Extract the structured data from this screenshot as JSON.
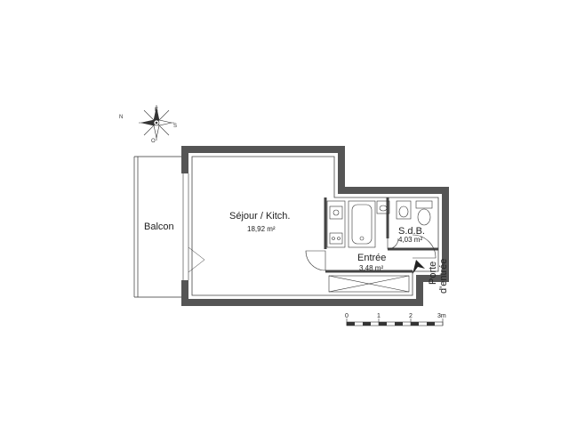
{
  "compass": {
    "north": "N",
    "east": "E",
    "south": "S",
    "west": "O"
  },
  "rooms": {
    "sejour": {
      "name": "Séjour / Kitch.",
      "area": "18,92 m²"
    },
    "balcon": {
      "name": "Balcon"
    },
    "sdb": {
      "name": "S.d.B.",
      "area": "4,03 m²"
    },
    "entree": {
      "name": "Entrée",
      "area": "3,48 m²"
    }
  },
  "door": {
    "label_line1": "Porte",
    "label_line2": "d'entrée"
  },
  "scale": {
    "ticks": [
      "0",
      "1",
      "2",
      "3m"
    ]
  },
  "colors": {
    "wall": "#555555",
    "line": "#333333"
  }
}
